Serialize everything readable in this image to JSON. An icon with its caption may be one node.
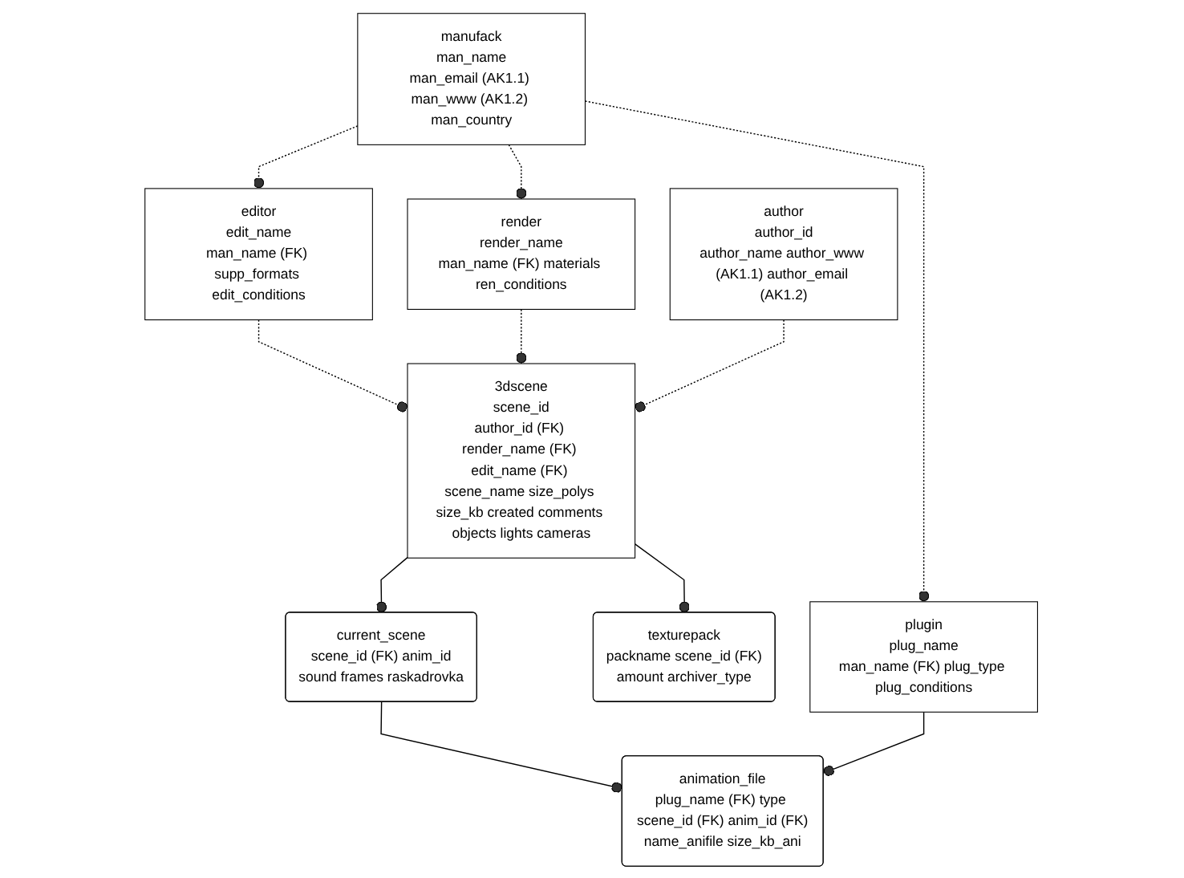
{
  "diagram": {
    "nodes": [
      {
        "text": [
          "manufack",
          "man_name",
          "man_email (AK1.1) man_www (AK1.2) man_country"
        ]
      },
      {
        "text": [
          "editor",
          "edit_name",
          "man_name (FK) supp_formats edit_conditions"
        ]
      },
      {
        "text": [
          "plugin",
          "plug_name",
          "man_name (FK) plug_type plug_conditions"
        ]
      },
      {
        "text": [
          "render",
          "render_name",
          "man_name (FK) materials ren_conditions"
        ]
      },
      {
        "text": [
          "3dscene",
          "scene_id",
          "author_id (FK) render_name (FK) edit_name (FK) scene_name size_polys size_kb created comments objects lights cameras"
        ]
      },
      {
        "text": [
          "texturepack",
          "packname scene_id (FK)",
          "amount archiver_type"
        ]
      },
      {
        "text": [
          "author",
          "author_id",
          "author_name author_www (AK1.1) author_email (AK1.2)"
        ]
      },
      {
        "text": [
          "current_scene",
          "scene_id (FK) anim_id",
          "sound frames raskadrovka"
        ]
      },
      {
        "text": [
          "animation_file",
          "plug_name (FK) type scene_id (FK) anim_id (FK)",
          "name_anifile size_kb_ani"
        ]
      }
    ],
    "edges": [
      {
        "from": 0,
        "to": 2,
        "arrow": "other",
        "style": "dashed"
      },
      {
        "from": 0,
        "to": 1,
        "arrow": "other",
        "style": "dashed"
      },
      {
        "from": 0,
        "to": 3,
        "arrow": "other",
        "style": "dashed"
      },
      {
        "from": 1,
        "to": 4,
        "arrow": "other",
        "style": "dashed"
      },
      {
        "from": 3,
        "to": 4,
        "arrow": "other",
        "style": "dashed"
      },
      {
        "from": 4,
        "to": 5,
        "arrow": "other"
      },
      {
        "from": 6,
        "to": 4,
        "arrow": "other",
        "style": "dashed"
      },
      {
        "from": 4,
        "to": 7,
        "arrow": "other"
      },
      {
        "from": 7,
        "to": 8,
        "arrow": "other"
      },
      {
        "from": 2,
        "to": 8,
        "arrow": "other"
      }
    ]
  }
}
